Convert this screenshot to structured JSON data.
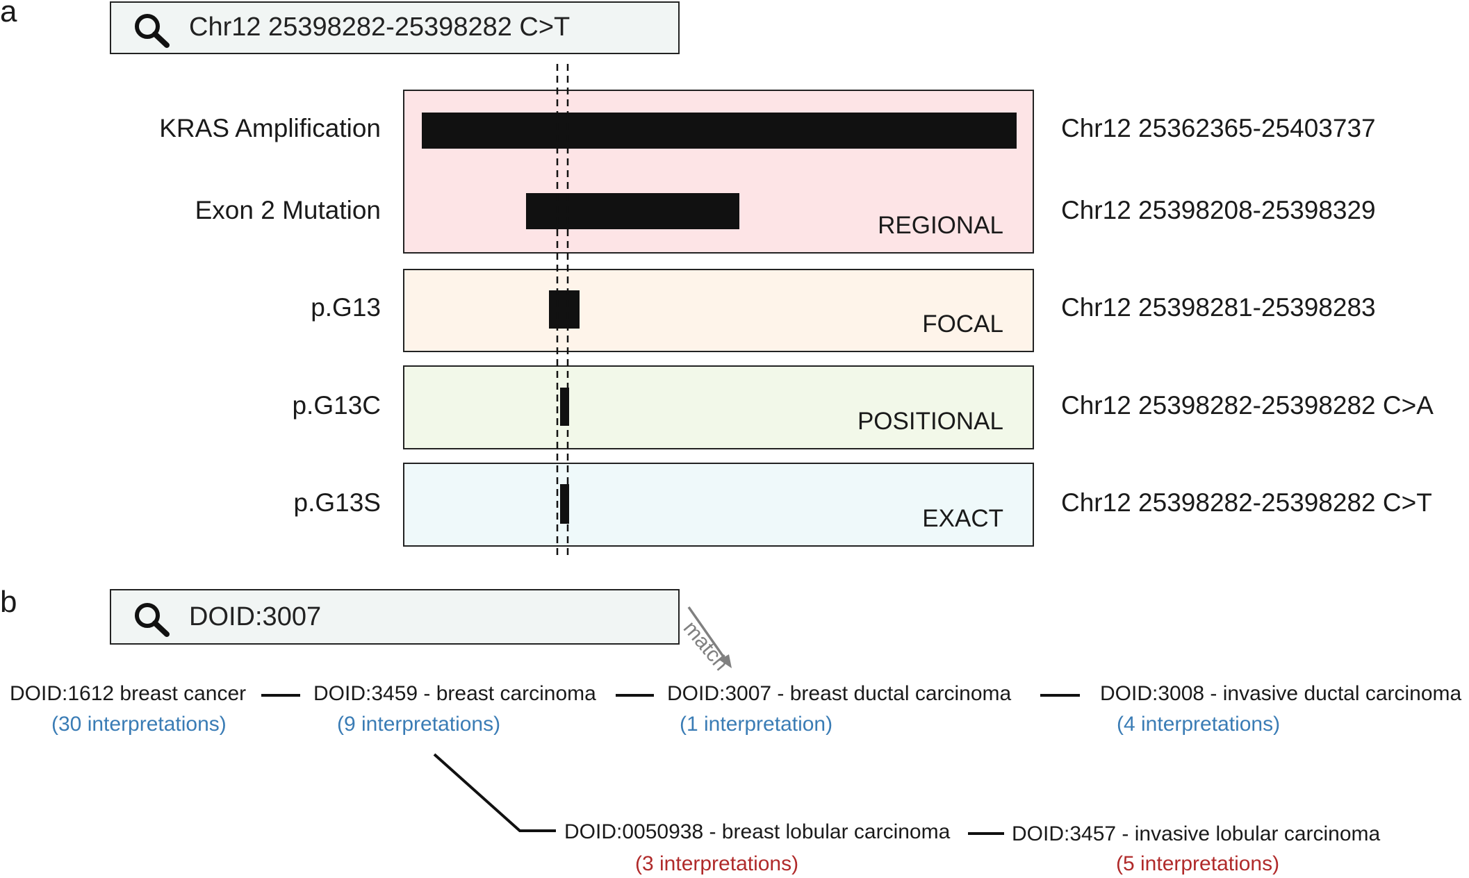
{
  "panel_a": {
    "letter": "a",
    "search": {
      "query": "Chr12 25398282-25398282 C>T",
      "icon": "search-icon"
    },
    "tracks": [
      {
        "label": "KRAS Amplification",
        "coords": "Chr12 25362365-25403737"
      },
      {
        "label": "Exon 2 Mutation",
        "coords": "Chr12 25398208-25398329"
      },
      {
        "label": "p.G13",
        "coords": "Chr12 25398281-25398283"
      },
      {
        "label": "p.G13C",
        "coords": "Chr12 25398282-25398282 C>A"
      },
      {
        "label": "p.G13S",
        "coords": "Chr12 25398282-25398282 C>T"
      }
    ],
    "bands": [
      {
        "label": "REGIONAL",
        "color": "#fde4e6"
      },
      {
        "label": "FOCAL",
        "color": "#fef4ea"
      },
      {
        "label": "POSITIONAL",
        "color": "#f2f8e9"
      },
      {
        "label": "EXACT",
        "color": "#eff9fa"
      }
    ]
  },
  "panel_b": {
    "letter": "b",
    "search": {
      "query": "DOID:3007",
      "icon": "search-icon"
    },
    "match_label": "match",
    "nodes": [
      {
        "name": "DOID:1612 breast cancer",
        "count": "(30 interpretations)"
      },
      {
        "name": "DOID:3459 - breast carcinoma",
        "count": "(9 interpretations)"
      },
      {
        "name": "DOID:3007 - breast ductal carcinoma",
        "count": "(1 interpretation)"
      },
      {
        "name": "DOID:3008 - invasive ductal carcinoma",
        "count": "(4 interpretations)"
      },
      {
        "name": "DOID:0050938 - breast lobular carcinoma",
        "count": "(3 interpretations)"
      },
      {
        "name": "DOID:3457 - invasive lobular carcinoma",
        "count": "(5 interpretations)"
      }
    ],
    "colors": {
      "ductal_count": "#3a7cb5",
      "lobular_count": "#b02a2a"
    }
  }
}
